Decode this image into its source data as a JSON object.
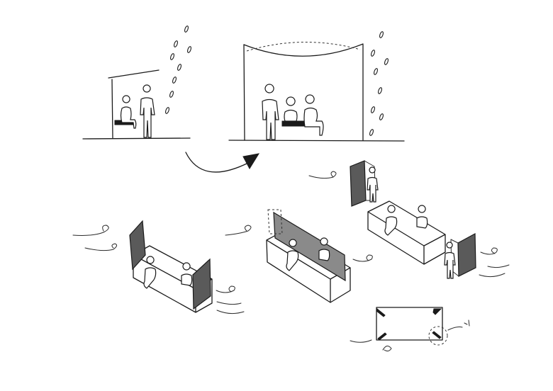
{
  "page": {
    "background": "#ffffff",
    "ink_color": "#1a1a1a",
    "shade_color": "#5a5a5a"
  },
  "panels": [
    {
      "id": "narrow-shelter",
      "icons": [
        "roof",
        "wall",
        "bench",
        "person",
        "rain"
      ]
    },
    {
      "id": "wide-canopy",
      "icons": [
        "canopy",
        "bench",
        "person",
        "rain"
      ]
    },
    {
      "id": "bench-module-1",
      "icons": [
        "bench",
        "windscreen",
        "wind"
      ]
    },
    {
      "id": "bench-module-2",
      "icons": [
        "bench",
        "windscreen",
        "wind"
      ]
    },
    {
      "id": "bench-module-3",
      "icons": [
        "bench",
        "windscreen",
        "person",
        "wind"
      ]
    },
    {
      "id": "plan-view",
      "icons": [
        "plan",
        "hinge-detail",
        "wind"
      ]
    }
  ]
}
